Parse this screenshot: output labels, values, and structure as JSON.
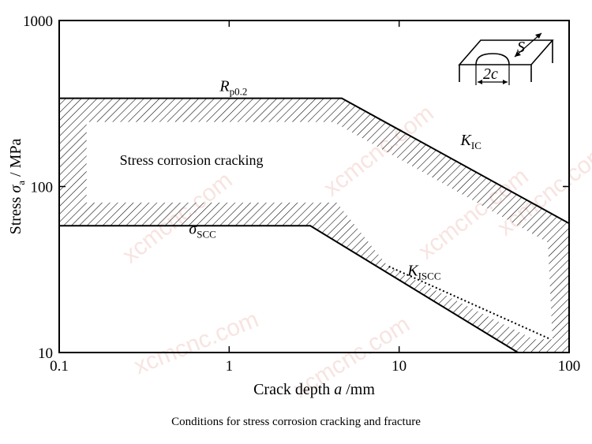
{
  "chart_data": {
    "type": "line",
    "title": "",
    "xlabel_prefix": "Crack depth ",
    "xlabel_var": "a",
    "xlabel_suffix": " /mm",
    "ylabel_prefix": "Stress ",
    "ylabel_var": "σ",
    "ylabel_sub": "a",
    "ylabel_suffix": " / MPa",
    "x_scale": "log",
    "y_scale": "log",
    "xlim": [
      0.1,
      100
    ],
    "ylim": [
      10,
      1000
    ],
    "x_ticks": [
      "0.1",
      "1",
      "10",
      "100"
    ],
    "y_ticks": [
      "10",
      "100",
      "1000"
    ],
    "grid": false,
    "series": [
      {
        "name": "R_p0.2 / K_IC",
        "points": [
          [
            0.1,
            340
          ],
          [
            4.6,
            340
          ],
          [
            100,
            60
          ]
        ]
      },
      {
        "name": "σ_SCC / K_ISCC",
        "points": [
          [
            0.1,
            58
          ],
          [
            3.0,
            58
          ],
          [
            50,
            10
          ]
        ]
      },
      {
        "name": "K_ISCC (dotted)",
        "points": [
          [
            8.7,
            33
          ],
          [
            78,
            12
          ]
        ]
      }
    ],
    "region_label": "Stress corrosion cracking",
    "curve_labels": {
      "rp": {
        "main": "R",
        "sub": "p0.2",
        "x": 0.88,
        "y": 375
      },
      "kic": {
        "main": "K",
        "sub": "IC",
        "x": 23,
        "y": 178
      },
      "sigma": {
        "main": "σ",
        "sub": "SCC",
        "x": 0.58,
        "y": 52
      },
      "kiscc": {
        "main": "K",
        "sub": "ISCC",
        "x": 11.2,
        "y": 29
      }
    },
    "inset_labels": {
      "s": "S",
      "twoc": "2c"
    },
    "band_outer": [
      [
        0.1,
        340
      ],
      [
        4.6,
        340
      ],
      [
        100,
        60
      ],
      [
        100,
        10
      ],
      [
        50,
        10
      ],
      [
        3.0,
        58
      ],
      [
        0.1,
        58
      ]
    ],
    "band_inner": [
      [
        0.145,
        245
      ],
      [
        4.1,
        245
      ],
      [
        75,
        46
      ],
      [
        80,
        11.5
      ],
      [
        80,
        12
      ],
      [
        62,
        12
      ],
      [
        8.6,
        33
      ],
      [
        4.3,
        80
      ],
      [
        0.145,
        80
      ]
    ]
  },
  "caption": "Conditions for stress corrosion cracking and fracture",
  "watermark": "xcmcnc.com"
}
